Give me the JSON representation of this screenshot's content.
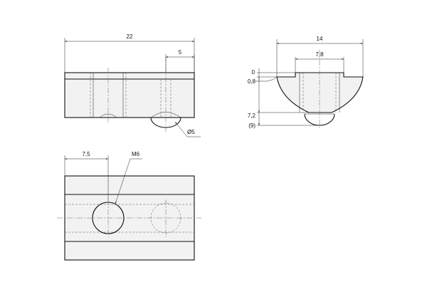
{
  "dimensions": {
    "front_length": "22",
    "front_offset": "5",
    "ball_diameter": "Ø5",
    "side_width": "14",
    "side_top_width": "7,8",
    "side_gap": "0",
    "side_step": "0,8",
    "side_height": "7,2",
    "side_total_height": "(9)",
    "top_offset": "7,5",
    "thread": "M6"
  }
}
